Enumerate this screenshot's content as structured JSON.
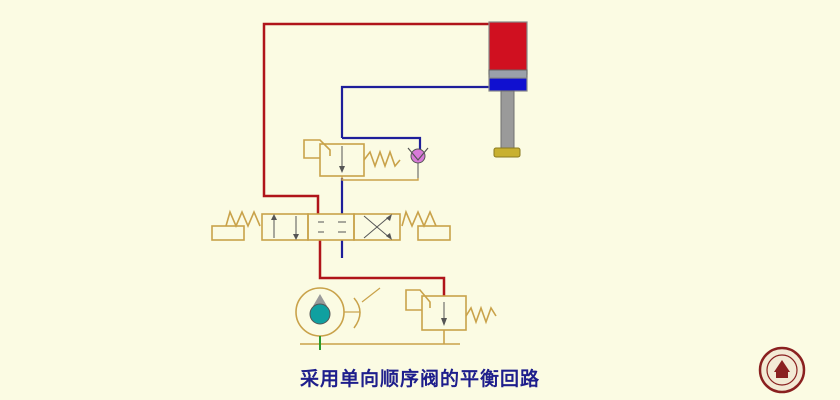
{
  "caption": "采用单向顺序阀的平衡回路",
  "colors": {
    "background": "#fbfbe3",
    "pressure_line": "#b0141a",
    "return_line": "#1e1e9a",
    "symbol_outline": "#c9a24a",
    "cylinder_cap": "#d01020",
    "cylinder_rod_side": "#1010d0",
    "rod": "#9a9a9a",
    "rod_end": "#c8b030",
    "caption_text": "#1e1e8c",
    "drain_line": "#2a9a2a"
  },
  "components": [
    {
      "name": "hydraulic-cylinder",
      "label": ""
    },
    {
      "name": "sequence-valve-with-check",
      "label": ""
    },
    {
      "name": "three-position-four-way-valve",
      "label": ""
    },
    {
      "name": "hydraulic-pump",
      "label": ""
    },
    {
      "name": "relief-valve",
      "label": ""
    }
  ]
}
